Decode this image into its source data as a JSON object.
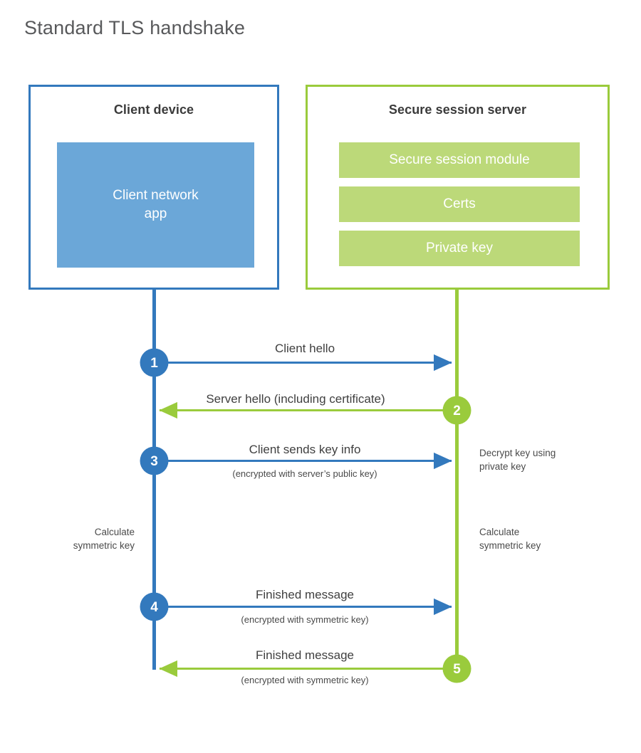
{
  "title": "Standard TLS handshake",
  "colors": {
    "client_stroke": "#3379bd",
    "client_fill": "#6ba7d8",
    "server_stroke": "#9acb3c",
    "server_fill": "#bcd979",
    "text": "#404040",
    "title_text": "#58595b",
    "background": "#ffffff"
  },
  "client": {
    "title": "Client device",
    "app_label": "Client network\napp",
    "app_label_line1": "Client network",
    "app_label_line2": "app"
  },
  "server": {
    "title": "Secure session server",
    "modules": [
      {
        "label": "Secure session module"
      },
      {
        "label": "Certs"
      },
      {
        "label": "Private key"
      }
    ]
  },
  "notes": {
    "decrypt_line1": "Decrypt key using",
    "decrypt_line2": "private key",
    "client_calc_line1": "Calculate",
    "client_calc_line2": "symmetric key",
    "server_calc_line1": "Calculate",
    "server_calc_line2": "symmetric key"
  },
  "steps": [
    {
      "number": "1",
      "label": "Client hello",
      "sublabel": "",
      "direction": "client-to-server",
      "origin": "client"
    },
    {
      "number": "2",
      "label": "Server hello (including certificate)",
      "sublabel": "",
      "direction": "server-to-client",
      "origin": "server"
    },
    {
      "number": "3",
      "label": "Client sends key info",
      "sublabel": "(encrypted with server’s public key)",
      "direction": "client-to-server",
      "origin": "client"
    },
    {
      "number": "4",
      "label": "Finished message",
      "sublabel": "(encrypted with symmetric key)",
      "direction": "client-to-server",
      "origin": "client"
    },
    {
      "number": "5",
      "label": "Finished message",
      "sublabel": "(encrypted with symmetric key)",
      "direction": "server-to-client",
      "origin": "server"
    }
  ],
  "chart_data": {
    "type": "diagram",
    "diagram_kind": "sequence",
    "title": "Standard TLS handshake",
    "participants": [
      "Client device",
      "Secure session server"
    ],
    "messages": [
      {
        "step": 1,
        "from": "Client device",
        "to": "Secure session server",
        "label": "Client hello"
      },
      {
        "step": 2,
        "from": "Secure session server",
        "to": "Client device",
        "label": "Server hello (including certificate)"
      },
      {
        "step": 3,
        "from": "Client device",
        "to": "Secure session server",
        "label": "Client sends key info",
        "note": "(encrypted with server’s public key)"
      },
      {
        "step": 4,
        "from": "Client device",
        "to": "Secure session server",
        "label": "Finished message",
        "note": "(encrypted with symmetric key)"
      },
      {
        "step": 5,
        "from": "Secure session server",
        "to": "Client device",
        "label": "Finished message",
        "note": "(encrypted with symmetric key)"
      }
    ],
    "activities": [
      {
        "actor": "Secure session server",
        "label": "Decrypt key using private key"
      },
      {
        "actor": "Client device",
        "label": "Calculate symmetric key"
      },
      {
        "actor": "Secure session server",
        "label": "Calculate symmetric key"
      }
    ]
  }
}
